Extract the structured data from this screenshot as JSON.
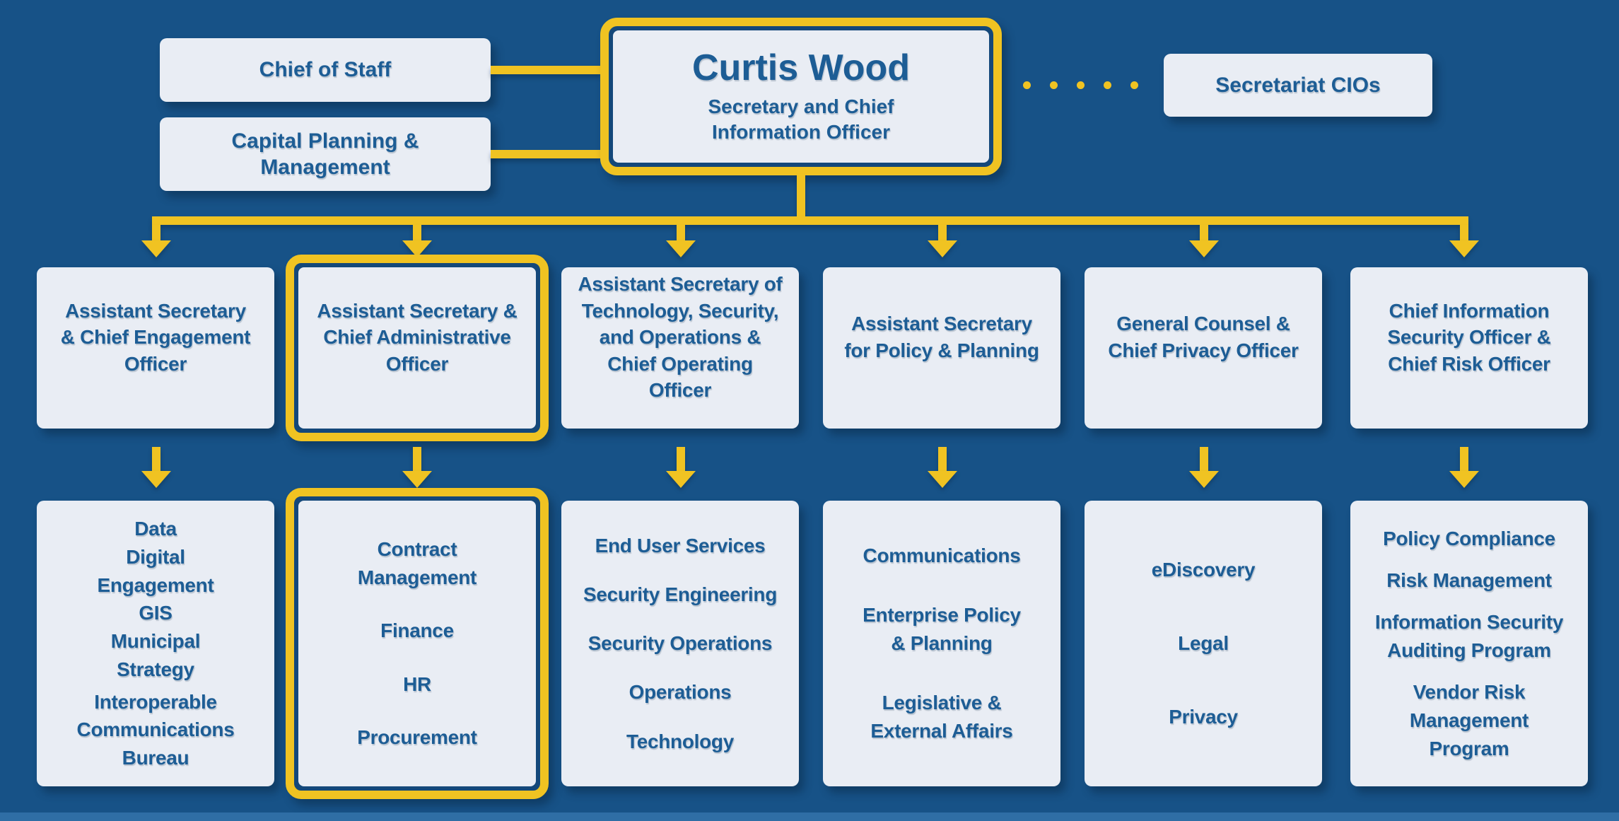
{
  "colors": {
    "background": "#175287",
    "box_fill": "#E9EDF4",
    "accent_yellow": "#F0C322",
    "text_blue": "#1D5D95",
    "highlight_ring": "#14487A",
    "bottom_strip": "#2F6EA5"
  },
  "root_box": {
    "name": "Curtis Wood",
    "title": "Secretary and Chief\nInformation Officer"
  },
  "staff_boxes": [
    {
      "label": "Chief of Staff"
    },
    {
      "label": "Capital Planning &\nManagement"
    }
  ],
  "secretariat_box": {
    "label": "Secretariat CIOs"
  },
  "columns": [
    {
      "title": "Assistant Secretary\n& Chief Engagement\nOfficer",
      "highlighted": false,
      "items": [
        "Data\nDigital\nEngagement\nGIS\nMunicipal\nStrategy",
        "Interoperable\nCommunications\nBureau"
      ]
    },
    {
      "title": "Assistant Secretary &\nChief Administrative\nOfficer",
      "highlighted": true,
      "items": [
        "Contract\nManagement",
        "Finance",
        "HR",
        "Procurement"
      ]
    },
    {
      "title": "Assistant Secretary of\nTechnology, Security,\nand Operations &\nChief Operating\nOfficer",
      "highlighted": false,
      "items": [
        "End User Services",
        "Security Engineering",
        "Security Operations",
        "Operations",
        "Technology"
      ]
    },
    {
      "title": "Assistant Secretary\nfor Policy & Planning",
      "highlighted": false,
      "items": [
        "Communications",
        "Enterprise Policy\n& Planning",
        "Legislative &\nExternal Affairs"
      ]
    },
    {
      "title": "General Counsel &\nChief Privacy Officer",
      "highlighted": false,
      "items": [
        "eDiscovery",
        "Legal",
        "Privacy"
      ]
    },
    {
      "title": "Chief Information\nSecurity Officer &\nChief Risk Officer",
      "highlighted": false,
      "items": [
        "Policy Compliance",
        "Risk Management",
        "Information Security\nAuditing Program",
        "Vendor Risk\nManagement\nProgram"
      ]
    }
  ]
}
